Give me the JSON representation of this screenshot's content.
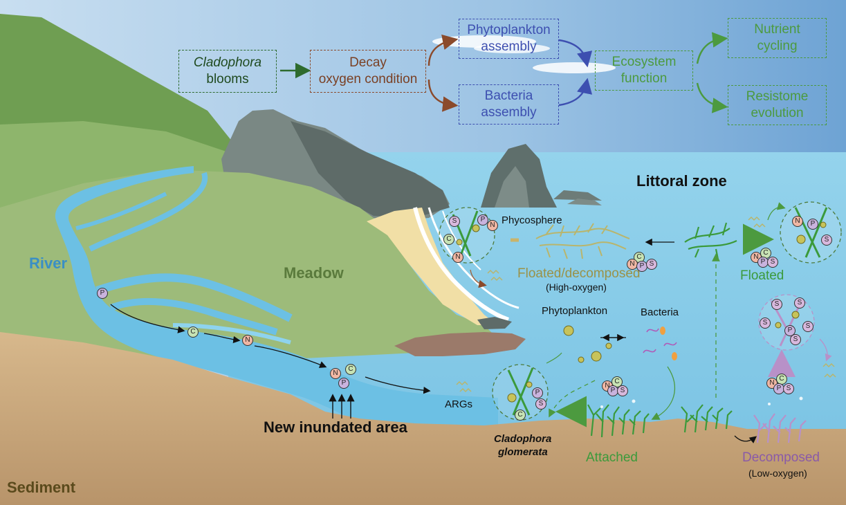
{
  "flow": {
    "blooms": {
      "line1": "Cladophora",
      "line2": "blooms"
    },
    "decay": {
      "line1": "Decay",
      "line2": "oxygen condition"
    },
    "phyto_assembly": {
      "line1": "Phytoplankton",
      "line2": "assembly"
    },
    "bacteria_assembly": {
      "line1": "Bacteria",
      "line2": "assembly"
    },
    "ecosystem": {
      "line1": "Ecosystem",
      "line2": "function"
    },
    "nutrient": {
      "line1": "Nutrient",
      "line2": "cycling"
    },
    "resistome": {
      "line1": "Resistome",
      "line2": "evolution"
    }
  },
  "labels": {
    "littoral_zone": "Littoral zone",
    "river": "River",
    "meadow": "Meadow",
    "phycosphere": "Phycosphere",
    "floated_decomposed": "Floated/decomposed",
    "high_oxygen": "(High-oxygen)",
    "floated": "Floated",
    "phytoplankton": "Phytoplankton",
    "bacteria": "Bacteria",
    "args": "ARGs",
    "new_inundated_area": "New inundated area",
    "cladophora_line1": "Cladophora",
    "cladophora_line2": "glomerata",
    "attached": "Attached",
    "decomposed": "Decomposed",
    "low_oxygen": "(Low-oxygen)",
    "sediment": "Sediment"
  },
  "nutrients": {
    "p": "P",
    "c": "C",
    "n": "N",
    "s": "S"
  },
  "colors": {
    "sky_top": "#7fb0d8",
    "water": "#8fd0ea",
    "river": "#5ab4dc",
    "meadow": "#9dbb7a",
    "hill": "#79a85c",
    "rock": "#6d7c78",
    "sand": "#f1dfa6",
    "sediment": "#c9a67a",
    "algae": "#3b9a3b",
    "floated_algae": "#b9b56c",
    "decomposed_algae": "#b891c8",
    "dark_green_text": "#1f4a1f",
    "brown_text": "#7a4024",
    "blue_text": "#3d4fb0",
    "light_green_text": "#4c9a3f",
    "river_text": "#3a8fc4",
    "meadow_text": "#5a7a3c",
    "purple_text": "#8a5aa8",
    "sediment_text": "#5a4a1c"
  }
}
